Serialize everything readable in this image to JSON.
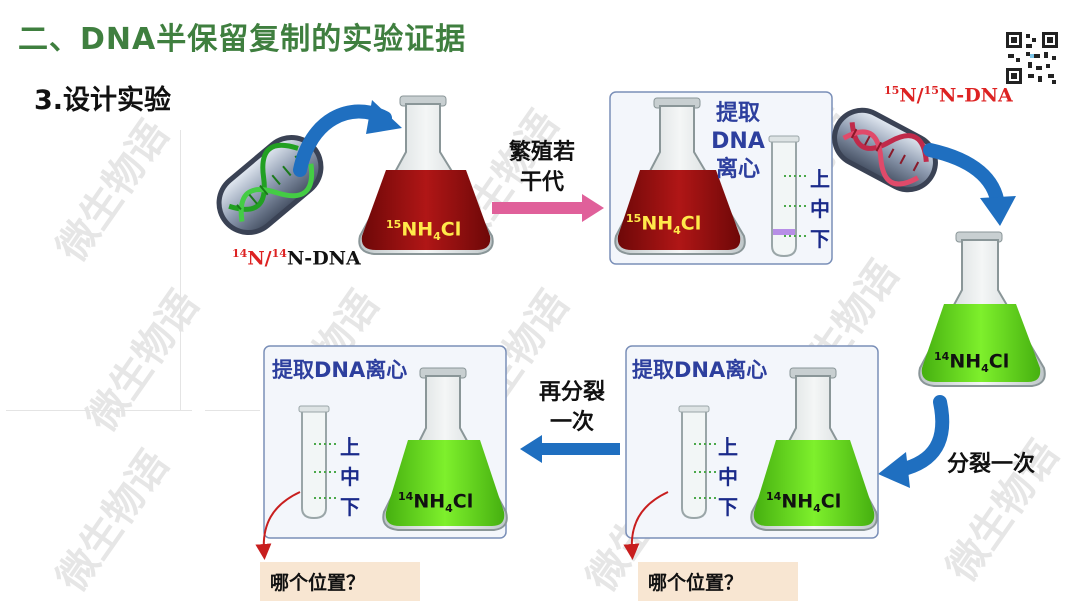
{
  "slide": {
    "title": "二、DNA半保留复制的实验证据",
    "subtitle": "3.设计实验",
    "watermark": "微生物语"
  },
  "labels": {
    "initial_dna_sup1": "14",
    "initial_dna_mid": "N/",
    "initial_dna_sup2": "14",
    "initial_dna_tail": "N-DNA",
    "heavy_dna_sup1": "15",
    "heavy_dna_mid": "N/",
    "heavy_dna_sup2": "15",
    "heavy_dna_tail": "N-DNA",
    "medium_15_sup": "15",
    "medium_15_main": "NH",
    "medium_15_sub": "4",
    "medium_15_tail": "Cl",
    "medium_14_sup": "14",
    "medium_14_main": "NH",
    "medium_14_sub": "4",
    "medium_14_tail": "Cl"
  },
  "steps": {
    "reproduce_line1": "繁殖若",
    "reproduce_line2": "干代",
    "divide_once": "分裂一次",
    "divide_again_line1": "再分裂",
    "divide_again_line2": "一次"
  },
  "boxes": {
    "extract_vertical_line1": "提取",
    "extract_vertical_line2": "DNA",
    "extract_vertical_line3": "离心",
    "extract_horizontal": "提取DNA离心"
  },
  "tube_levels": [
    "上",
    "中",
    "下"
  ],
  "question": "哪个位置？",
  "colors": {
    "title": "#3f7f3f",
    "heavy_medium": "#9b1212",
    "light_medium": "#66dd22",
    "box_border": "#7a8fb8",
    "step_arrow_pink": "#e0609a",
    "step_arrow_blue": "#1f6fc0",
    "question_bg": "#f8e6d2"
  }
}
